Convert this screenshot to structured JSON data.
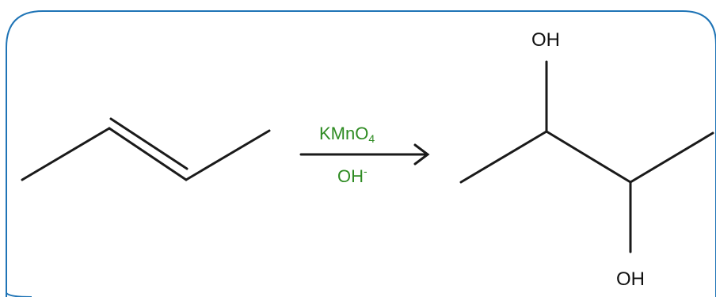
{
  "reaction": {
    "reactant": {
      "name": "trans-2-butene"
    },
    "reagent": {
      "formula_main": "KMnO",
      "formula_subscript": "4",
      "condition_main": "OH",
      "condition_superscript": "-"
    },
    "product": {
      "upper_group": "OH",
      "lower_group": "OH"
    }
  },
  "colors": {
    "frame": "#1f74b6",
    "reagent_text": "#2e8b22",
    "bonds": "#1a1a1a"
  }
}
